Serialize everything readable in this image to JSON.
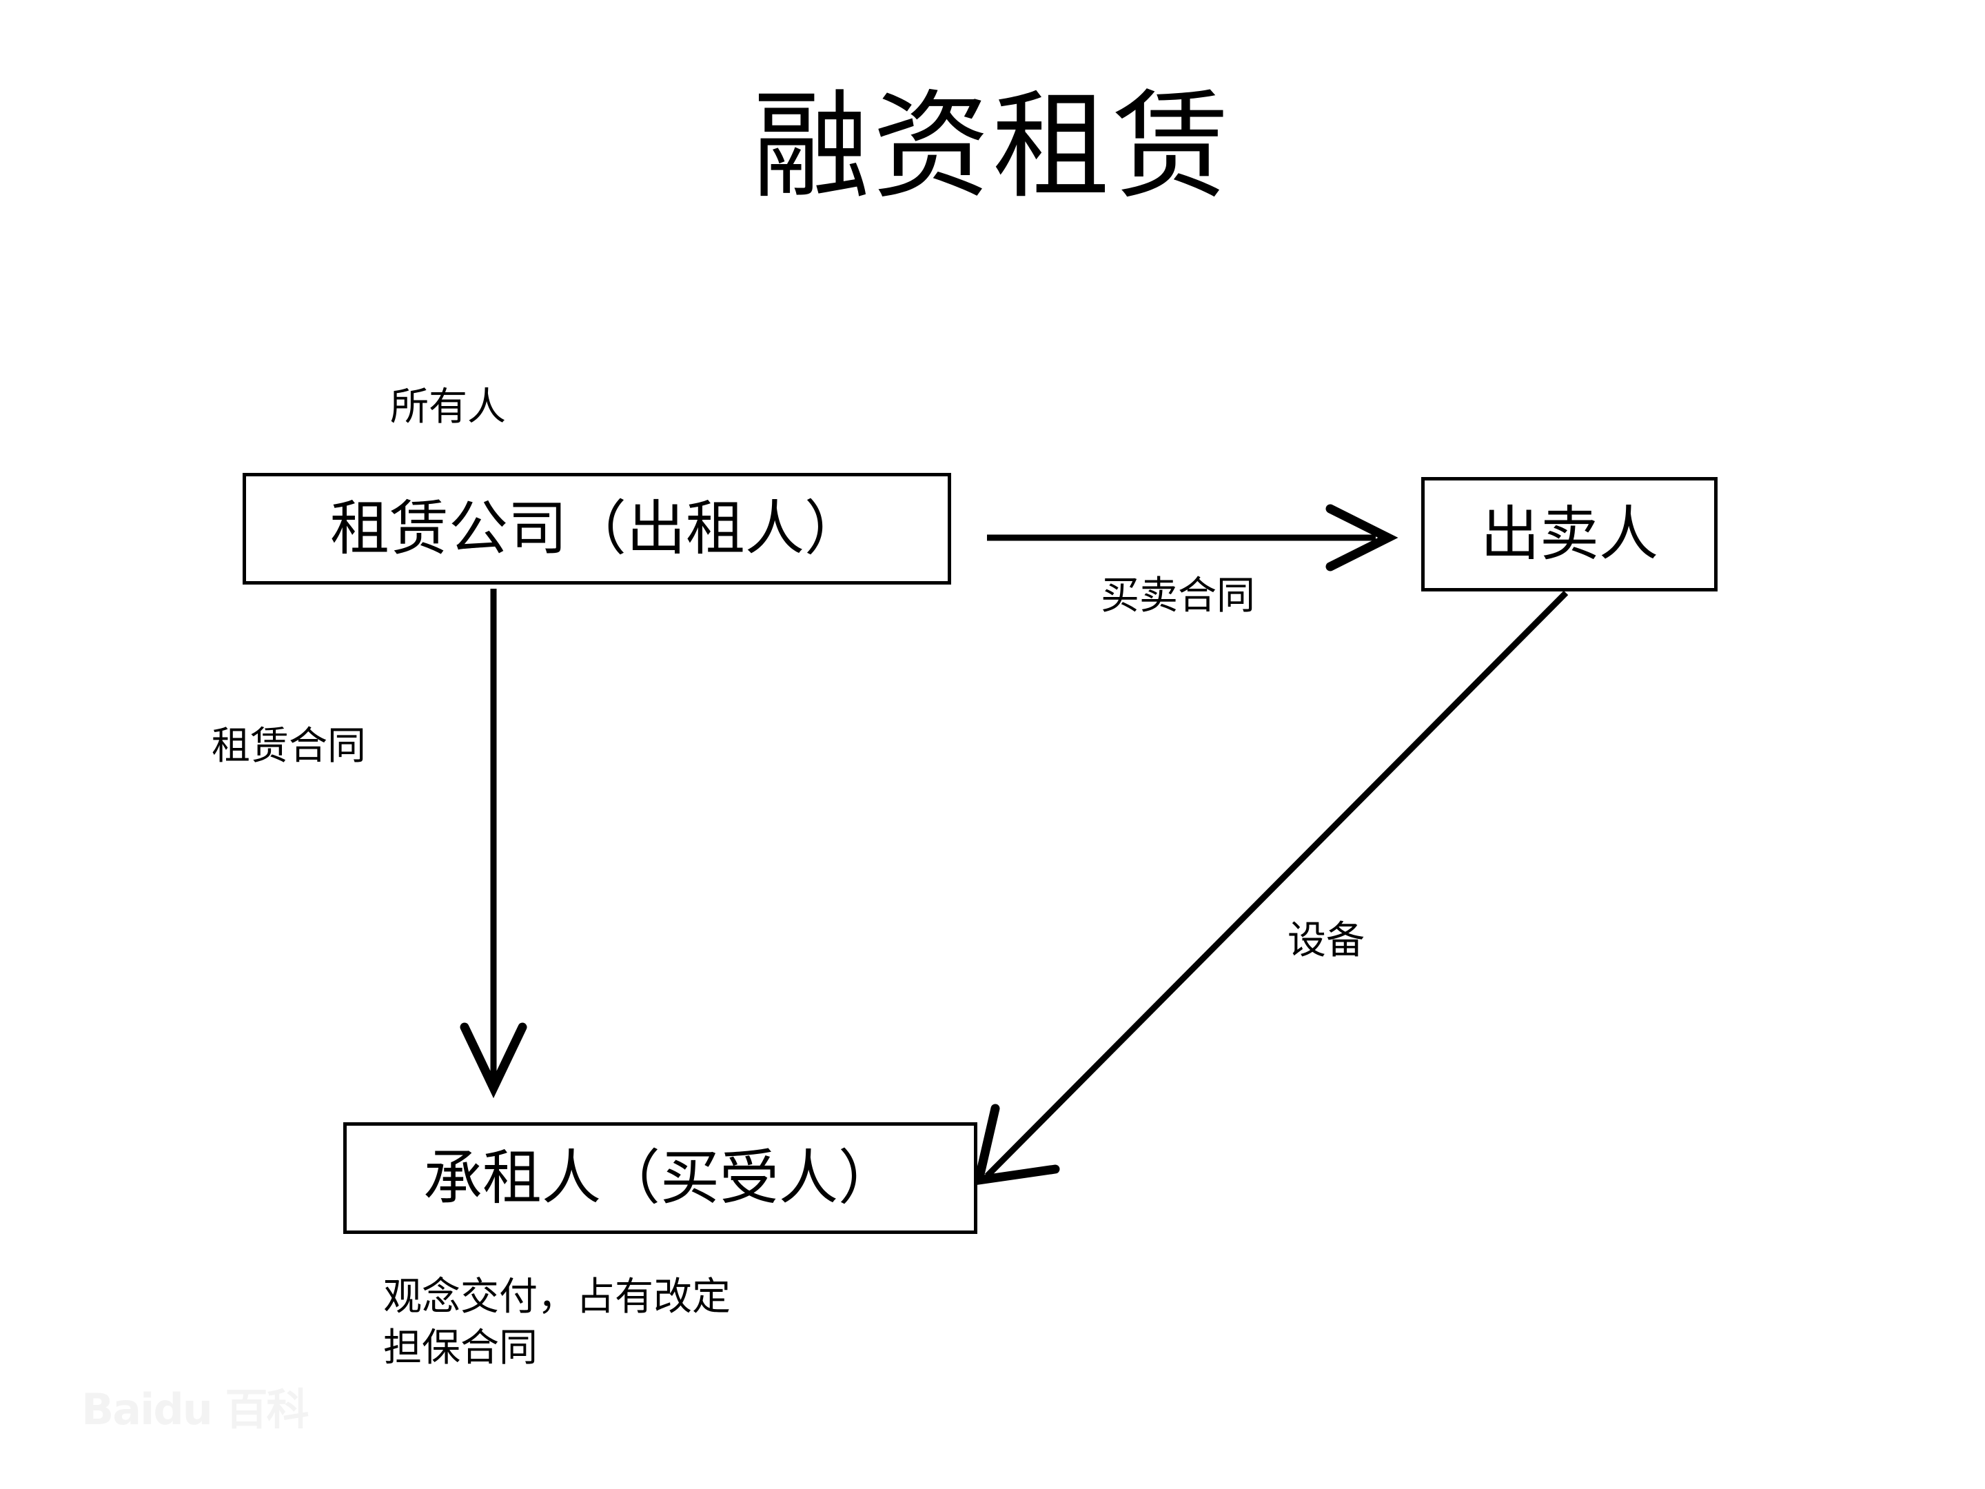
{
  "page": {
    "title": "融资租赁",
    "background_color": "#ffffff",
    "stroke_color": "#000000"
  },
  "nodes": [
    {
      "id": "lessor",
      "label": "租赁公司（出租人）"
    },
    {
      "id": "seller",
      "label": "出卖人"
    },
    {
      "id": "lessee",
      "label": "承租人（买受人）"
    }
  ],
  "labels": {
    "owner": "所有人",
    "sale_contract": "买卖合同",
    "lease_contract": "租赁合同",
    "equipment": "设备"
  },
  "notes": {
    "line1": "观念交付，占有改定",
    "line2": "担保合同"
  },
  "edges": [
    {
      "id": "lessor-to-seller",
      "from": "lessor",
      "to": "seller",
      "label": "买卖合同",
      "direction": "right"
    },
    {
      "id": "lessor-to-lessee",
      "from": "lessor",
      "to": "lessee",
      "label": "租赁合同",
      "direction": "down"
    },
    {
      "id": "seller-to-lessee",
      "from": "seller",
      "to": "lessee",
      "label": "设备",
      "direction": "diagonal-down-left"
    }
  ],
  "watermark": {
    "text": "Baidu 百科"
  }
}
